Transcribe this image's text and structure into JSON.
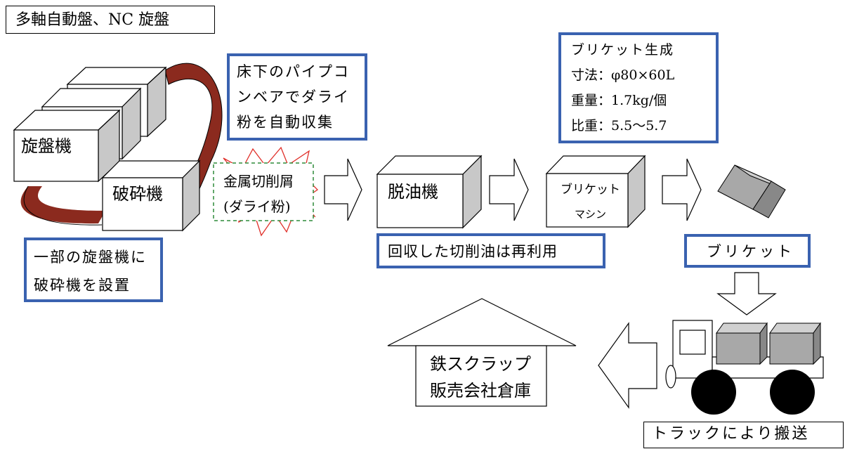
{
  "title": "多軸自動盤、NC 旋盤",
  "machines": {
    "lathe": "旋盤機",
    "crusher": "破砕機",
    "deoiler": "脱油機",
    "briquette_machine_line1": "ブリケット",
    "briquette_machine_line2": "マシン"
  },
  "chips": {
    "line1": "金属切削屑",
    "line2": "(ダライ粉)"
  },
  "notes": {
    "pipe_conveyor": [
      "床下のパイプコ",
      "ンベアでダライ",
      "粉を自動収集"
    ],
    "crusher_install": [
      "一部の旋盤機に",
      "破砕機を設置"
    ],
    "oil_reuse": "回収した切削油は再利用",
    "briquette_spec": [
      "ブリケット生成",
      "寸法：φ80×60L",
      "重量：1.7kg/個",
      "比重：5.5〜5.7"
    ],
    "briquette": "ブリケット",
    "transport": "トラックにより搬送"
  },
  "warehouse": [
    "鉄スクラップ",
    "販売会社倉庫"
  ],
  "colors": {
    "blue_border": "#3a62b0",
    "conveyor": "#8b2a1e",
    "burst": "#e0302a",
    "dashed_green": "#2e8b3a",
    "box_side": "#c8c8c8",
    "briquette_fill": "#a8a8a8"
  }
}
